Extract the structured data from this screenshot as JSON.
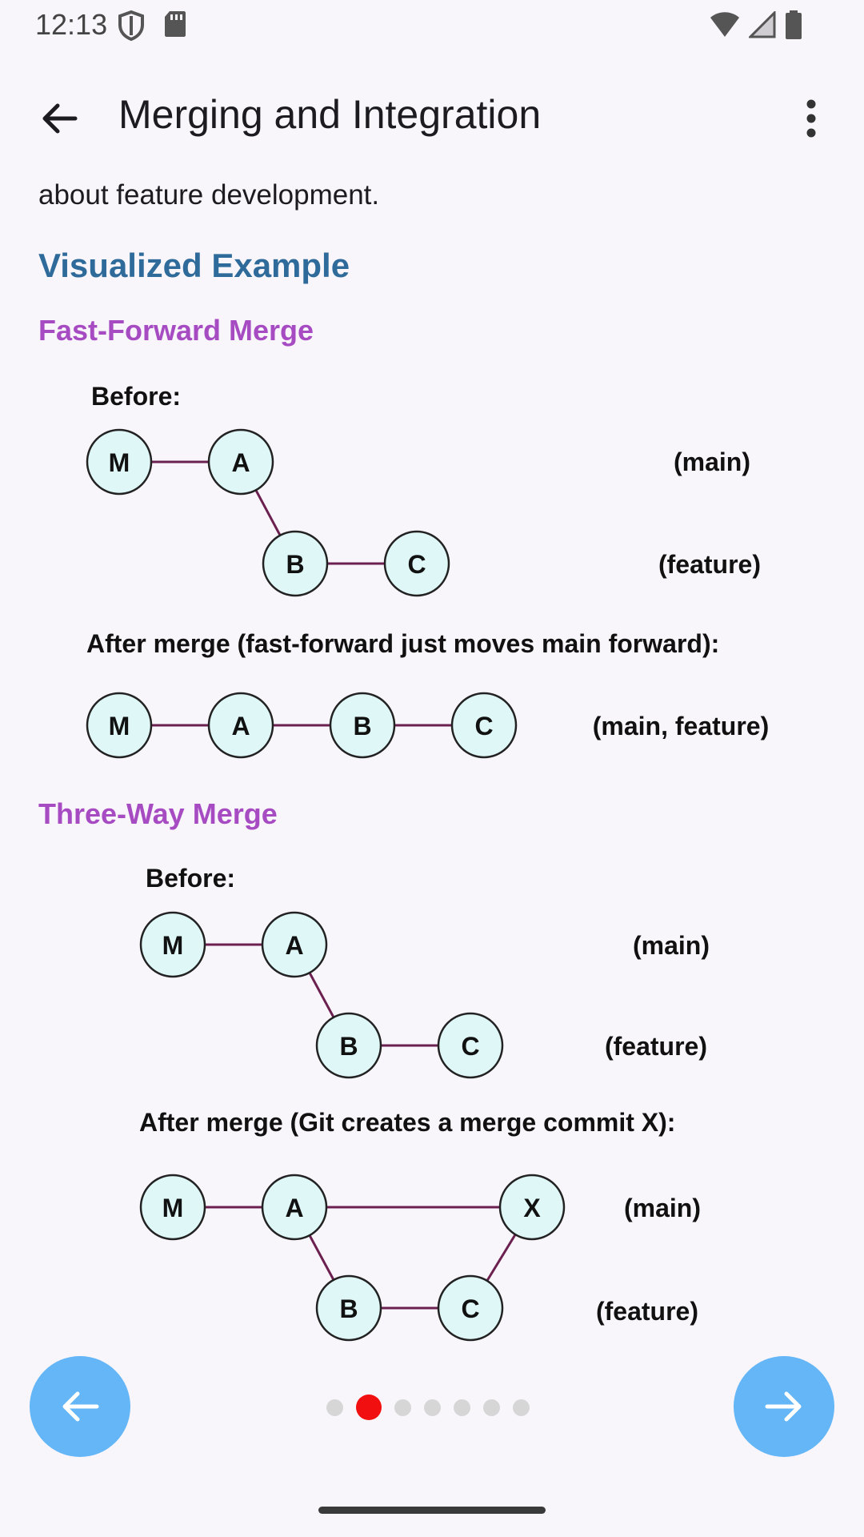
{
  "status_bar": {
    "time": "12:13",
    "left_icons": [
      "shield-icon",
      "sd-card-icon"
    ],
    "right_icons": [
      "wifi-icon",
      "cell-signal-icon",
      "battery-icon"
    ]
  },
  "app_bar": {
    "title": "Merging and Integration",
    "back_icon": "arrow-back-icon",
    "menu_icon": "more-vert-icon"
  },
  "content": {
    "paragraph_tail": "about feature development.",
    "section_title": "Visualized Example",
    "fast_forward": {
      "heading": "Fast-Forward Merge",
      "before_label": "Before:",
      "before_main_label": "(main)",
      "before_feature_label": "(feature)",
      "before_main_commits": [
        "M",
        "A"
      ],
      "before_feature_commits": [
        "B",
        "C"
      ],
      "after_label": "After merge (fast-forward just moves main forward):",
      "after_commits": [
        "M",
        "A",
        "B",
        "C"
      ],
      "after_branch_label": "(main, feature)"
    },
    "three_way": {
      "heading": "Three-Way Merge",
      "before_label": "Before:",
      "before_main_label": "(main)",
      "before_feature_label": "(feature)",
      "before_main_commits": [
        "M",
        "A"
      ],
      "before_feature_commits": [
        "B",
        "C"
      ],
      "after_label": "After merge (Git creates a merge commit X):",
      "after_main_commits": [
        "M",
        "A",
        "X"
      ],
      "after_feature_commits": [
        "B",
        "C"
      ],
      "after_main_label": "(main)",
      "after_feature_label": "(feature)"
    }
  },
  "pager": {
    "total_pages": 7,
    "current_page": 2,
    "prev_icon": "arrow-left-icon",
    "next_icon": "arrow-right-icon"
  },
  "colors": {
    "section_title": "#2F6B9A",
    "subheading": "#A64BC2",
    "node_fill": "#E0F7F7",
    "edge": "#6B2050",
    "fab": "#64B6F6",
    "active_dot": "#F20F0F"
  }
}
